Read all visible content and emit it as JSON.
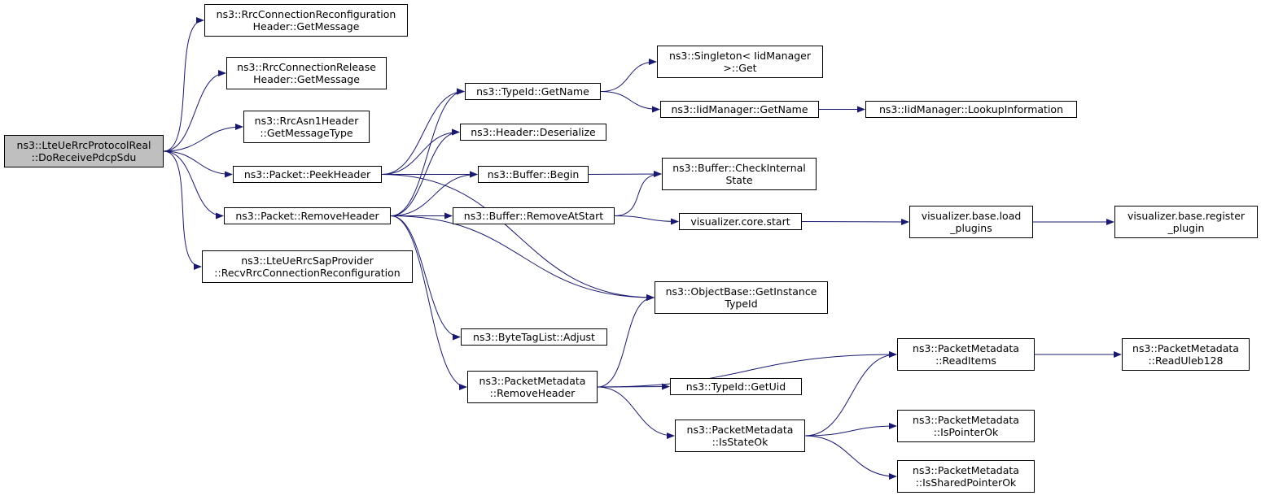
{
  "colors": {
    "edge": "#191970",
    "node_fill": "#ffffff",
    "root_fill": "#bfbfbf",
    "border": "#000000"
  },
  "nodes": [
    {
      "id": "root",
      "lines": [
        "ns3::LteUeRrcProtocolReal",
        "::DoReceivePdcpSdu"
      ],
      "root": true
    },
    {
      "id": "rrcConnReconfig",
      "lines": [
        "ns3::RrcConnectionReconfiguration",
        "Header::GetMessage"
      ]
    },
    {
      "id": "rrcConnRelease",
      "lines": [
        "ns3::RrcConnectionRelease",
        "Header::GetMessage"
      ]
    },
    {
      "id": "rrcAsn1",
      "lines": [
        "ns3::RrcAsn1Header",
        "::GetMessageType"
      ]
    },
    {
      "id": "peekHeader",
      "lines": [
        "ns3::Packet::PeekHeader"
      ]
    },
    {
      "id": "removeHeader",
      "lines": [
        "ns3::Packet::RemoveHeader"
      ]
    },
    {
      "id": "lteUeRrcSap",
      "lines": [
        "ns3::LteUeRrcSapProvider",
        "::RecvRrcConnectionReconfiguration"
      ]
    },
    {
      "id": "typeIdGetName",
      "lines": [
        "ns3::TypeId::GetName"
      ]
    },
    {
      "id": "headerDeserialize",
      "lines": [
        "ns3::Header::Deserialize"
      ]
    },
    {
      "id": "bufferBegin",
      "lines": [
        "ns3::Buffer::Begin"
      ]
    },
    {
      "id": "bufferRemoveAtStart",
      "lines": [
        "ns3::Buffer::RemoveAtStart"
      ]
    },
    {
      "id": "byteTagListAdjust",
      "lines": [
        "ns3::ByteTagList::Adjust"
      ]
    },
    {
      "id": "pmRemoveHeader",
      "lines": [
        "ns3::PacketMetadata",
        "::RemoveHeader"
      ]
    },
    {
      "id": "singletonGet",
      "lines": [
        "ns3::Singleton< IidManager",
        ">::Get"
      ]
    },
    {
      "id": "iidGetName",
      "lines": [
        "ns3::IidManager::GetName"
      ]
    },
    {
      "id": "bufferCheckInternal",
      "lines": [
        "ns3::Buffer::CheckInternal",
        "State"
      ]
    },
    {
      "id": "vizCoreStart",
      "lines": [
        "visualizer.core.start"
      ]
    },
    {
      "id": "objectBaseGetInstance",
      "lines": [
        "ns3::ObjectBase::GetInstance",
        "TypeId"
      ]
    },
    {
      "id": "typeIdGetUid",
      "lines": [
        "ns3::TypeId::GetUid"
      ]
    },
    {
      "id": "pmIsStateOk",
      "lines": [
        "ns3::PacketMetadata",
        "::IsStateOk"
      ]
    },
    {
      "id": "iidLookup",
      "lines": [
        "ns3::IidManager::LookupInformation"
      ]
    },
    {
      "id": "vizLoadPlugins",
      "lines": [
        "visualizer.base.load",
        "_plugins"
      ]
    },
    {
      "id": "pmReadItems",
      "lines": [
        "ns3::PacketMetadata",
        "::ReadItems"
      ]
    },
    {
      "id": "pmIsPointerOk",
      "lines": [
        "ns3::PacketMetadata",
        "::IsPointerOk"
      ]
    },
    {
      "id": "pmIsSharedPointerOk",
      "lines": [
        "ns3::PacketMetadata",
        "::IsSharedPointerOk"
      ]
    },
    {
      "id": "vizRegisterPlugin",
      "lines": [
        "visualizer.base.register",
        "_plugin"
      ]
    },
    {
      "id": "pmReadUleb128",
      "lines": [
        "ns3::PacketMetadata",
        "::ReadUleb128"
      ]
    }
  ],
  "edges": [
    [
      "root",
      "rrcConnReconfig"
    ],
    [
      "root",
      "rrcConnRelease"
    ],
    [
      "root",
      "rrcAsn1"
    ],
    [
      "root",
      "peekHeader"
    ],
    [
      "root",
      "removeHeader"
    ],
    [
      "root",
      "lteUeRrcSap"
    ],
    [
      "peekHeader",
      "typeIdGetName"
    ],
    [
      "peekHeader",
      "headerDeserialize"
    ],
    [
      "peekHeader",
      "bufferBegin"
    ],
    [
      "peekHeader",
      "objectBaseGetInstance"
    ],
    [
      "removeHeader",
      "typeIdGetName"
    ],
    [
      "removeHeader",
      "headerDeserialize"
    ],
    [
      "removeHeader",
      "bufferBegin"
    ],
    [
      "removeHeader",
      "bufferRemoveAtStart"
    ],
    [
      "removeHeader",
      "objectBaseGetInstance"
    ],
    [
      "removeHeader",
      "byteTagListAdjust"
    ],
    [
      "removeHeader",
      "pmRemoveHeader"
    ],
    [
      "typeIdGetName",
      "singletonGet"
    ],
    [
      "typeIdGetName",
      "iidGetName"
    ],
    [
      "iidGetName",
      "iidLookup"
    ],
    [
      "bufferBegin",
      "bufferCheckInternal"
    ],
    [
      "bufferRemoveAtStart",
      "bufferCheckInternal"
    ],
    [
      "bufferRemoveAtStart",
      "vizCoreStart"
    ],
    [
      "vizCoreStart",
      "vizLoadPlugins"
    ],
    [
      "vizLoadPlugins",
      "vizRegisterPlugin"
    ],
    [
      "pmRemoveHeader",
      "objectBaseGetInstance"
    ],
    [
      "pmRemoveHeader",
      "pmReadItems"
    ],
    [
      "pmRemoveHeader",
      "typeIdGetUid"
    ],
    [
      "pmRemoveHeader",
      "pmIsStateOk"
    ],
    [
      "pmIsStateOk",
      "pmReadItems"
    ],
    [
      "pmIsStateOk",
      "pmIsPointerOk"
    ],
    [
      "pmIsStateOk",
      "pmIsSharedPointerOk"
    ],
    [
      "pmReadItems",
      "pmReadUleb128"
    ]
  ]
}
